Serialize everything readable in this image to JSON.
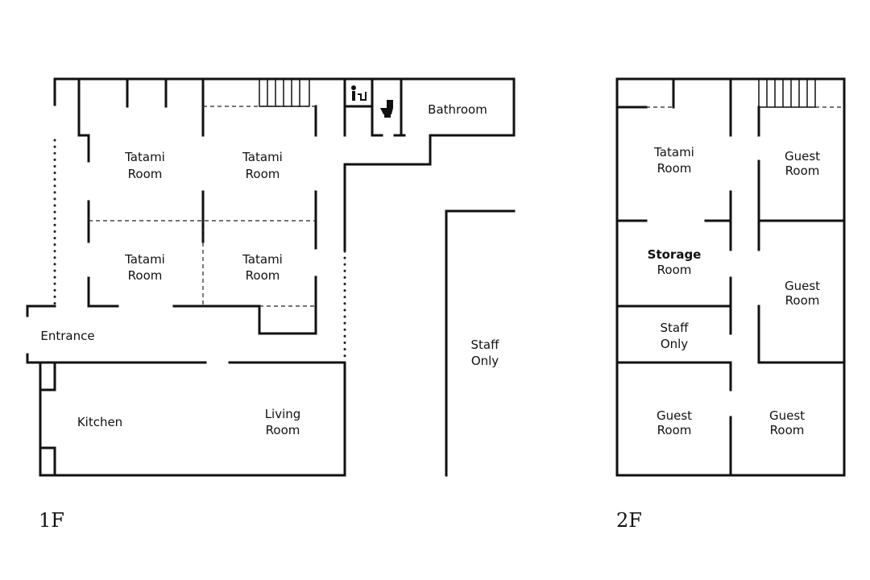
{
  "floor1": {
    "name": "1F",
    "rooms": {
      "tatami_nw": [
        "Tatami",
        "Room"
      ],
      "tatami_ne": [
        "Tatami",
        "Room"
      ],
      "tatami_sw": [
        "Tatami",
        "Room"
      ],
      "tatami_se": [
        "Tatami",
        "Room"
      ],
      "bathroom": "Bathroom",
      "entrance": "Entrance",
      "kitchen": "Kitchen",
      "living": [
        "Living",
        "Room"
      ],
      "staff": [
        "Staff",
        "Only"
      ]
    },
    "icons": [
      "sink-icon",
      "toilet-icon"
    ]
  },
  "floor2": {
    "name": "2F",
    "rooms": {
      "tatami": [
        "Tatami",
        "Room"
      ],
      "guest_ne": [
        "Guest",
        "Room"
      ],
      "storage": [
        "Storage",
        "Room"
      ],
      "guest_e": [
        "Guest",
        "Room"
      ],
      "staff": [
        "Staff",
        "Only"
      ],
      "guest_sw": [
        "Guest",
        "Room"
      ],
      "guest_se": [
        "Guest",
        "Room"
      ]
    }
  }
}
